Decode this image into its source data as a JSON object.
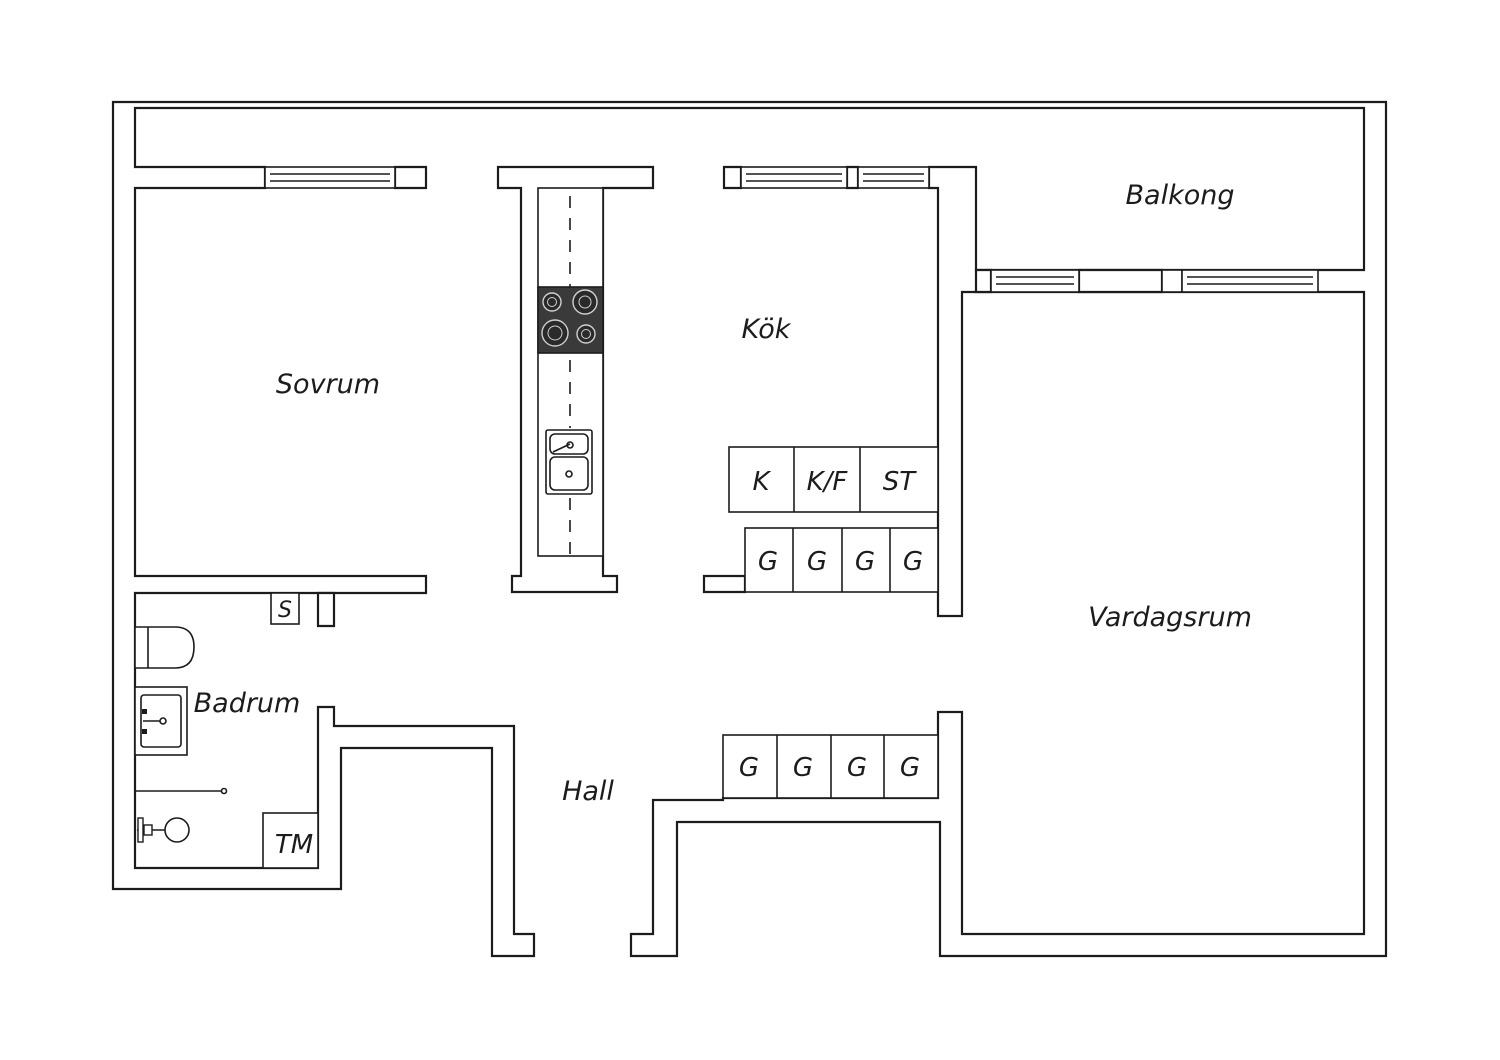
{
  "rooms": {
    "balkong": "Balkong",
    "kok": "Kök",
    "sovrum": "Sovrum",
    "vardagsrum": "Vardagsrum",
    "badrum": "Badrum",
    "hall": "Hall"
  },
  "fixtures": {
    "k": "K",
    "kf": "K/F",
    "st": "ST",
    "g": "G",
    "s": "S",
    "tm": "TM"
  },
  "colors": {
    "line": "#1c1c1c",
    "stove": "#3a3a3a",
    "background": "#ffffff"
  }
}
